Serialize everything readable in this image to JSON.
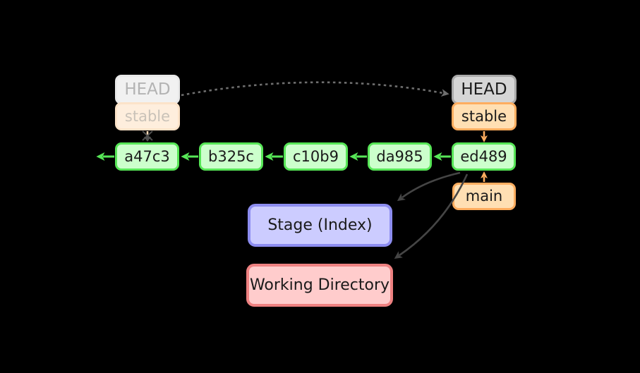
{
  "ghost": {
    "head_label": "HEAD",
    "branch_label": "stable"
  },
  "commits": [
    {
      "id": "a47c3"
    },
    {
      "id": "b325c"
    },
    {
      "id": "c10b9"
    },
    {
      "id": "da985"
    },
    {
      "id": "ed489"
    }
  ],
  "refs": {
    "head_label": "HEAD",
    "stable_label": "stable",
    "main_label": "main"
  },
  "areas": {
    "stage_label": "Stage (Index)",
    "working_directory_label": "Working Directory"
  },
  "colors": {
    "background": "#000000",
    "commit_fill": "#ccffcc",
    "commit_border": "#57e657",
    "branch_fill": "#ffdfb3",
    "branch_border": "#ffad5f",
    "head_fill": "#d6d6d6",
    "head_border": "#aaaaaa",
    "ghost_head_fill": "#f1f1f1",
    "ghost_head_text": "#b3b3b3",
    "ghost_branch_fill": "#feeedd",
    "ghost_branch_text": "#c9c2b8",
    "stage_fill": "#ccccff",
    "stage_border": "#8d8df0",
    "working_fill": "#ffcccc",
    "working_border": "#ee8181",
    "arrow_green": "#57e657",
    "arrow_orange": "#ffad5f",
    "arrow_dark": "#454545",
    "arrow_dotted_gray": "#777777"
  }
}
